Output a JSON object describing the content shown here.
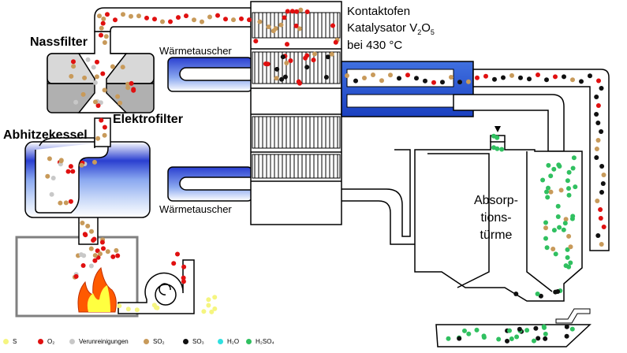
{
  "labels": {
    "nassfilter": "Nassfilter",
    "elektrofilter": "Elektrofilter",
    "abhitzekessel": "Abhitzekessel",
    "waermetauscher_top": "Wärmetauscher",
    "waermetauscher_bottom": "Wärmetauscher",
    "kontaktofen": "Kontaktofen",
    "katalysator_prefix": "Katalysator V",
    "katalysator_sub1": "2",
    "katalysator_o": "O",
    "katalysator_sub2": "5",
    "temperature": "bei 430 °C",
    "absorption_line1": "Absorp-",
    "absorption_line2": "tions-",
    "absorption_line3": "türme"
  },
  "legend": [
    {
      "label": "S",
      "color": "#f5f580"
    },
    {
      "label": "O₂",
      "color": "#e01010"
    },
    {
      "label": "Verunreinigungen",
      "color": "#c8c8c8"
    },
    {
      "label": "SO₂",
      "color": "#c89a5a"
    },
    {
      "label": "SO₃",
      "color": "#101010"
    },
    {
      "label": "H₂O",
      "color": "#30e0e0"
    },
    {
      "label": "H₂SO₄",
      "color": "#30c060"
    }
  ],
  "colors": {
    "sulfur": "#f5f580",
    "oxygen": "#e01010",
    "impurity": "#c8c8c8",
    "so2": "#c89a5a",
    "so3": "#101010",
    "water": "#30e0e0",
    "acid": "#30c060",
    "pipe": "#ffffff",
    "outline": "#000000",
    "blue": "#3060d0",
    "flame_outer": "#ff5a00",
    "flame_inner": "#ffff40",
    "filter_grey": "#b0b0b0"
  }
}
